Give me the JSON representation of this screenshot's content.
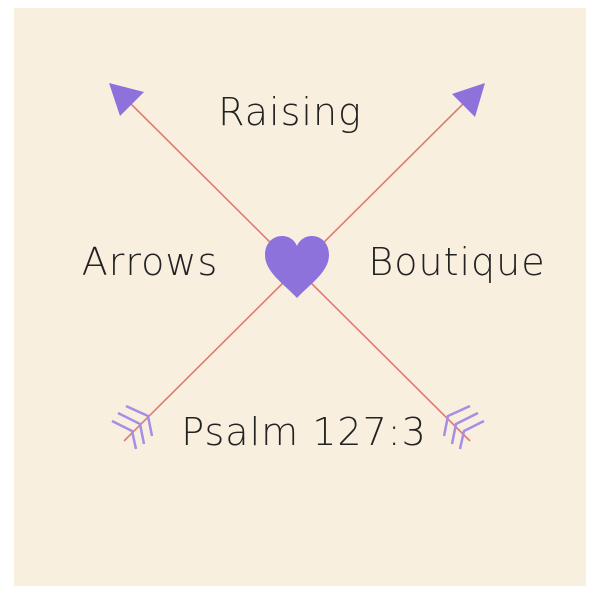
{
  "logo": {
    "top": "Raising",
    "left": "Arrows",
    "right": "Boutique",
    "bottom": "Psalm 127:3"
  },
  "colors": {
    "background": "#f8efdf",
    "shaft": "#e07a72",
    "accent": "#8d72dc",
    "text": "#222222"
  }
}
